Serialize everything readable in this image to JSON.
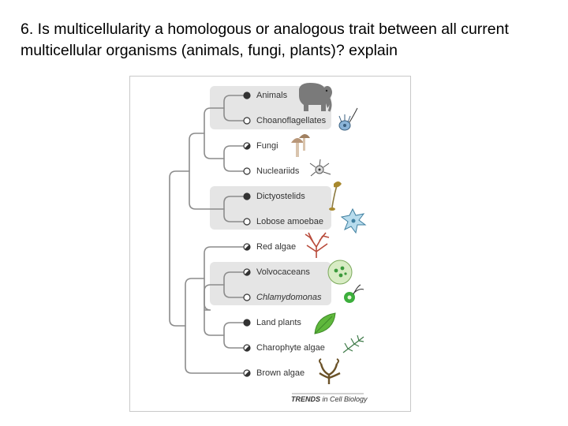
{
  "question": "6. Is multicellularity a homologous or  analogous trait between all current multicellular organisms (animals, fungi, plants)? explain",
  "figure": {
    "credit": {
      "bold": "TRENDS",
      "rest": " in Cell Biology"
    },
    "colors": {
      "highlight": "#e5e5e5",
      "line": "#8c8c8c",
      "node_multicellular": "#333333",
      "node_unicellular": "#ffffff"
    },
    "taxa": [
      {
        "name": "Animals",
        "node": "filled",
        "icon": "elephant-icon"
      },
      {
        "name": "Choanoflagellates",
        "node": "open",
        "icon": "choanoflagellate-icon"
      },
      {
        "name": "Fungi",
        "node": "half",
        "icon": "mushroom-icon"
      },
      {
        "name": "Nucleariids",
        "node": "open",
        "icon": "nucleariid-icon"
      },
      {
        "name": "Dictyostelids",
        "node": "filled",
        "icon": "slime-mold-icon"
      },
      {
        "name": "Lobose amoebae",
        "node": "open",
        "icon": "amoeba-icon"
      },
      {
        "name": "Red algae",
        "node": "half",
        "icon": "red-alga-icon"
      },
      {
        "name": "Volvocaceans",
        "node": "half",
        "icon": "volvox-icon"
      },
      {
        "name": "Chlamydomonas",
        "node": "open",
        "icon": "chlamydomonas-icon",
        "italic": true
      },
      {
        "name": "Land plants",
        "node": "filled",
        "icon": "leaf-icon"
      },
      {
        "name": "Charophyte algae",
        "node": "half",
        "icon": "charophyte-icon"
      },
      {
        "name": "Brown algae",
        "node": "half",
        "icon": "brown-alga-icon"
      }
    ]
  }
}
